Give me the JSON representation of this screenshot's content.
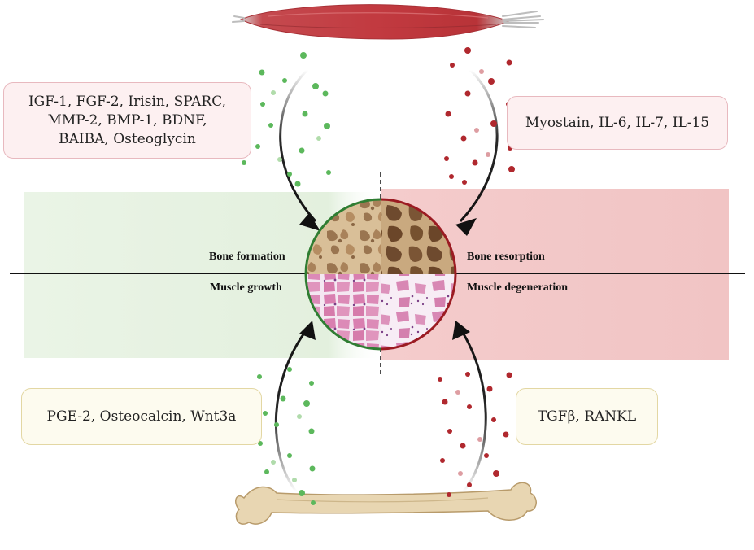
{
  "top_left_factors": {
    "lines": [
      "IGF-1, FGF-2, Irisin, SPARC,",
      "MMP-2, BMP-1, BDNF,",
      "BAIBA, Osteoglycin"
    ]
  },
  "top_right_factors": {
    "text": "Myostain, IL-6, IL-7, IL-15"
  },
  "bottom_left_factors": {
    "text": "PGE-2, Osteocalcin, Wnt3a"
  },
  "bottom_right_factors": {
    "text": "TGFβ, RANKL"
  },
  "labels": {
    "bone_formation": "Bone formation",
    "bone_resorption": "Bone resorption",
    "muscle_growth": "Muscle growth",
    "muscle_degeneration": "Muscle degeneration"
  },
  "icons": [
    "muscle-icon",
    "bone-icon",
    "bone-tissue-histology",
    "muscle-tissue-histology"
  ],
  "colors": {
    "positive": "#2f7d32",
    "negative": "#9b1b22",
    "positive_band": "#e6f2e2",
    "negative_band": "#f2c9c9",
    "red_box_border": "#e8b9bf",
    "yellow_box_border": "#e3d7a3"
  }
}
